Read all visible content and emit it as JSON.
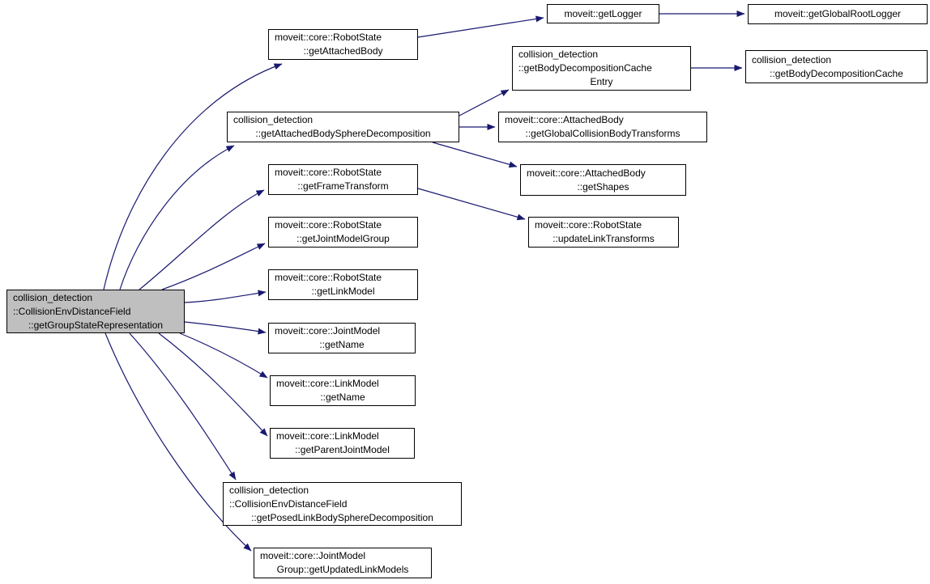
{
  "diagram": {
    "type": "doxygen-call-graph",
    "colors": {
      "background": "#ffffff",
      "edge": "#191970",
      "node_border": "#000000",
      "node_fill": "#ffffff",
      "root_node_fill": "#bfbfbf",
      "text": "#000000"
    },
    "nodes": [
      {
        "id": "getGroupStateRepresentation",
        "role": "root",
        "lines": [
          "collision_detection",
          "::CollisionEnvDistanceField",
          "::getGroupStateRepresentation"
        ]
      },
      {
        "id": "getAttachedBody",
        "role": "callee",
        "lines": [
          "moveit::core::RobotState",
          "::getAttachedBody"
        ]
      },
      {
        "id": "getLogger",
        "role": "callee",
        "lines": [
          "moveit::getLogger"
        ]
      },
      {
        "id": "getGlobalRootLogger",
        "role": "callee",
        "lines": [
          "moveit::getGlobalRootLogger"
        ]
      },
      {
        "id": "getBodyDecompositionCacheEntry",
        "role": "callee",
        "lines": [
          "collision_detection",
          "::getBodyDecompositionCache",
          "Entry"
        ]
      },
      {
        "id": "getBodyDecompositionCache",
        "role": "callee",
        "lines": [
          "collision_detection",
          "::getBodyDecompositionCache"
        ]
      },
      {
        "id": "getAttachedBodySphereDecomposition",
        "role": "callee",
        "lines": [
          "collision_detection",
          "::getAttachedBodySphereDecomposition"
        ]
      },
      {
        "id": "getGlobalCollisionBodyTransforms",
        "role": "callee",
        "lines": [
          "moveit::core::AttachedBody",
          "::getGlobalCollisionBodyTransforms"
        ]
      },
      {
        "id": "getShapes",
        "role": "callee",
        "lines": [
          "moveit::core::AttachedBody",
          "::getShapes"
        ]
      },
      {
        "id": "getFrameTransform",
        "role": "callee",
        "lines": [
          "moveit::core::RobotState",
          "::getFrameTransform"
        ]
      },
      {
        "id": "updateLinkTransforms",
        "role": "callee",
        "lines": [
          "moveit::core::RobotState",
          "::updateLinkTransforms"
        ]
      },
      {
        "id": "getJointModelGroup",
        "role": "callee",
        "lines": [
          "moveit::core::RobotState",
          "::getJointModelGroup"
        ]
      },
      {
        "id": "getLinkModel",
        "role": "callee",
        "lines": [
          "moveit::core::RobotState",
          "::getLinkModel"
        ]
      },
      {
        "id": "jointModelGetName",
        "role": "callee",
        "lines": [
          "moveit::core::JointModel",
          "::getName"
        ]
      },
      {
        "id": "linkModelGetName",
        "role": "callee",
        "lines": [
          "moveit::core::LinkModel",
          "::getName"
        ]
      },
      {
        "id": "getParentJointModel",
        "role": "callee",
        "lines": [
          "moveit::core::LinkModel",
          "::getParentJointModel"
        ]
      },
      {
        "id": "getPosedLinkBodySphereDecomposition",
        "role": "callee",
        "lines": [
          "collision_detection",
          "::CollisionEnvDistanceField",
          "::getPosedLinkBodySphereDecomposition"
        ]
      },
      {
        "id": "getUpdatedLinkModels",
        "role": "callee",
        "lines": [
          "moveit::core::JointModel",
          "Group::getUpdatedLinkModels"
        ]
      }
    ],
    "edges": [
      {
        "from": "getGroupStateRepresentation",
        "to": "getAttachedBody"
      },
      {
        "from": "getGroupStateRepresentation",
        "to": "getAttachedBodySphereDecomposition"
      },
      {
        "from": "getGroupStateRepresentation",
        "to": "getFrameTransform"
      },
      {
        "from": "getGroupStateRepresentation",
        "to": "getJointModelGroup"
      },
      {
        "from": "getGroupStateRepresentation",
        "to": "getLinkModel"
      },
      {
        "from": "getGroupStateRepresentation",
        "to": "jointModelGetName"
      },
      {
        "from": "getGroupStateRepresentation",
        "to": "linkModelGetName"
      },
      {
        "from": "getGroupStateRepresentation",
        "to": "getParentJointModel"
      },
      {
        "from": "getGroupStateRepresentation",
        "to": "getPosedLinkBodySphereDecomposition"
      },
      {
        "from": "getGroupStateRepresentation",
        "to": "getUpdatedLinkModels"
      },
      {
        "from": "getAttachedBody",
        "to": "getLogger"
      },
      {
        "from": "getLogger",
        "to": "getGlobalRootLogger"
      },
      {
        "from": "getAttachedBodySphereDecomposition",
        "to": "getBodyDecompositionCacheEntry"
      },
      {
        "from": "getBodyDecompositionCacheEntry",
        "to": "getBodyDecompositionCache"
      },
      {
        "from": "getAttachedBodySphereDecomposition",
        "to": "getGlobalCollisionBodyTransforms"
      },
      {
        "from": "getAttachedBodySphereDecomposition",
        "to": "getShapes"
      },
      {
        "from": "getFrameTransform",
        "to": "updateLinkTransforms"
      }
    ]
  }
}
